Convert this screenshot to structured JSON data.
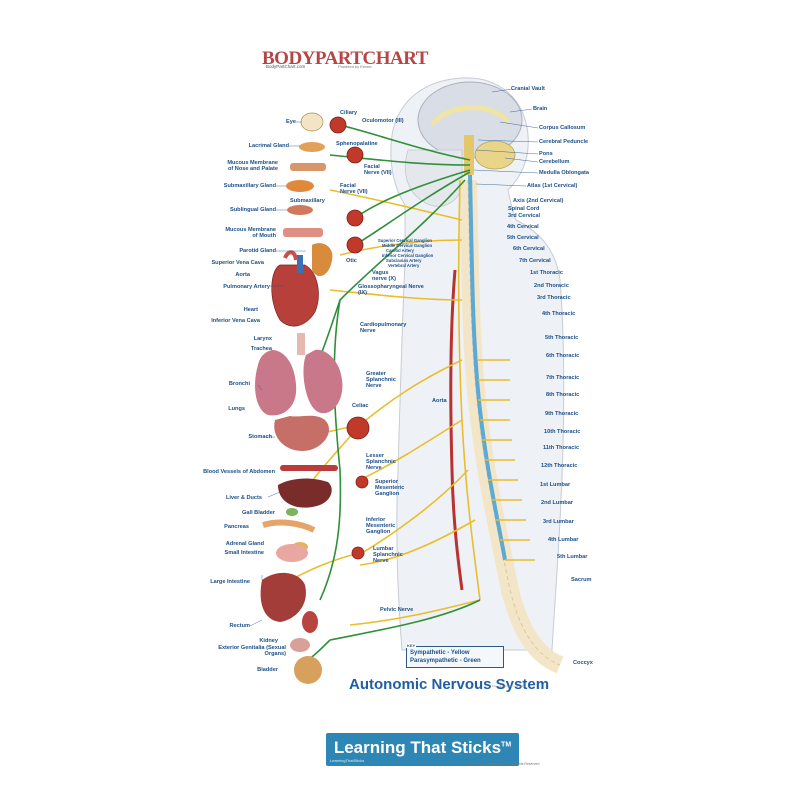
{
  "brand": {
    "logo": "BODYPARTCHART",
    "url": "BodyPartChart.com",
    "powered_by": "Powered by Eevee"
  },
  "title": "Autonomic Nervous System",
  "legend": {
    "key_label": "KEY",
    "sympathetic": "Sympathetic - Yellow",
    "parasympathetic": "Parasympathetic - Green"
  },
  "colors": {
    "sympathetic": "#e9be2c",
    "parasympathetic": "#2f8f3a",
    "label_text": "#1b4f8a",
    "title": "#1f5fa6",
    "banner": "#2e86b5",
    "ganglion": "#c0392b"
  },
  "banner": {
    "text": "Learning That Sticks",
    "tm": "TM",
    "sub": "LearningThatSticks"
  },
  "copyright": "©2013 BodyPartChart.com All Rights Reserved",
  "fineprint": "For educational use only",
  "labels_right": {
    "cranial_vault": "Cranial Vault",
    "brain": "Brain",
    "corpus_callosum": "Corpus Callosum",
    "cerebral_peduncle": "Cerebral Peduncle",
    "pons": "Pons",
    "cerebellum": "Cerebellum",
    "medulla": "Medulla Oblongata",
    "atlas": "Atlas (1st Cervical)",
    "axis": "Axis (2nd Cervical)",
    "spinal_cord": "Spinal Cord",
    "c3": "3rd Cervical",
    "c4": "4th Cervical",
    "c5": "5th Cervical",
    "c6": "6th Cervical",
    "c7": "7th Cervical",
    "t1": "1st Thoracic",
    "t2": "2nd Thoracic",
    "t3": "3rd Thoracic",
    "t4": "4th Thoracic",
    "t5": "5th Thoracic",
    "t6": "6th Thoracic",
    "t7": "7th Thoracic",
    "t8": "8th Thoracic",
    "t9": "9th Thoracic",
    "t10": "10th Thoracic",
    "t11": "11th Thoracic",
    "t12": "12th Thoracic",
    "l1": "1st Lumbar",
    "l2": "2nd Lumbar",
    "l3": "3rd Lumbar",
    "l4": "4th Lumbar",
    "l5": "5th Lumbar",
    "sacrum": "Sacrum",
    "coccyx": "Coccyx"
  },
  "labels_left": {
    "eye": "Eye",
    "lacrimal": "Lacrimal Gland",
    "mucous_nose": "Mucous Membrane of Nose and Palate",
    "submaxillary_gland": "Submaxillary Gland",
    "sublingual": "Sublingual Gland",
    "mucous_mouth": "Mucous Membrane of Mouth",
    "parotid": "Parotid Gland",
    "svc": "Superior Vena Cava",
    "aorta_left": "Aorta",
    "pulmonary": "Pulmonary Artery",
    "heart": "Heart",
    "ivc": "Inferior Vena Cava",
    "larynx": "Larynx",
    "trachea": "Trachea",
    "bronchi": "Bronchi",
    "lungs": "Lungs",
    "stomach": "Stomach",
    "vessels_abdomen": "Blood Vessels of Abdomen",
    "liver": "Liver & Ducts",
    "gall": "Gall Bladder",
    "pancreas": "Pancreas",
    "adrenal": "Adrenal Gland",
    "small_int": "Small Intestine",
    "large_int": "Large Intestine",
    "rectum": "Rectum",
    "kidney": "Kidney",
    "genitalia": "Exterior Genitalia (Sexual Organs)",
    "bladder": "Bladder"
  },
  "labels_mid": {
    "ciliary": "Ciliary",
    "oculomotor": "Oculomotor (III)",
    "sphenopalatine": "Sphenopalatine",
    "facial7a": "Facial Nerve (VII)",
    "facial7b": "Facial Nerve (VII)",
    "submaxillary": "Submaxillary",
    "otic": "Otic",
    "vagus": "Vagus nerve (X)",
    "glosso": "Glossopharyngeal Nerve (IX)",
    "cardio": "Cardiopulmonary Nerve",
    "greater_splanchnic": "Greater Splanchnic Nerve",
    "celiac": "Celiac",
    "aorta_mid": "Aorta",
    "lesser_splanchnic": "Lesser Splanchnic Nerve",
    "sup_mesenteric": "Superior Mesenteric Ganglion",
    "inf_mesenteric": "Inferior Mesenteric Ganglion",
    "lumbar_splanchnic": "Lumbar Splanchnic Nerve",
    "pelvic": "Pelvic Nerve",
    "cg1": "Superior Cervical Ganglion",
    "cg2": "Middle Cervical Ganglion",
    "cg3": "Carotid Artery",
    "cg4": "Inferior Cervical Ganglion",
    "cg5": "Subclavian Artery",
    "cg6": "Vertebral Artery"
  }
}
